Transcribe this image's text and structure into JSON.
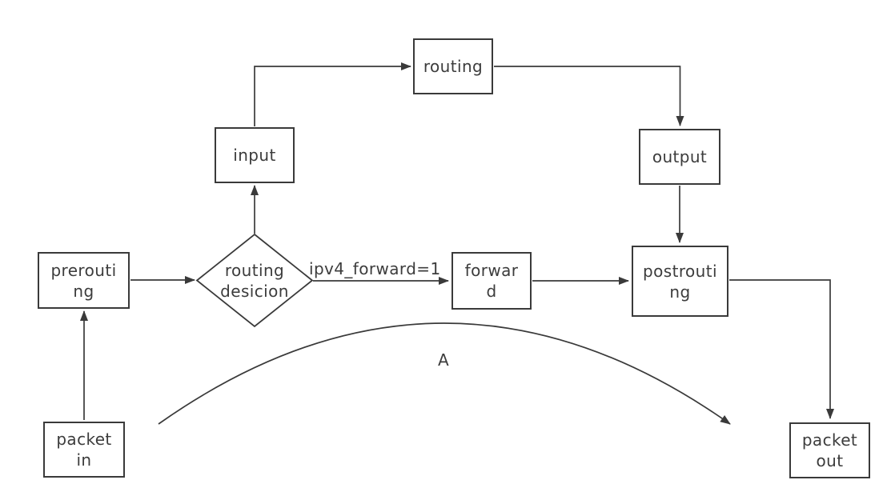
{
  "diagram": {
    "colors": {
      "background": "#ffffff",
      "line": "#3a3a3a",
      "text": "#3c3c3c"
    },
    "nodes": {
      "packet_in": {
        "label": "packet\nin"
      },
      "prerouting": {
        "label": "prerouti\nng"
      },
      "routing_decision": {
        "label": "routing\ndesicion"
      },
      "input": {
        "label": "input"
      },
      "routing": {
        "label": "routing"
      },
      "output": {
        "label": "output"
      },
      "forward": {
        "label": "forwar\nd"
      },
      "postrouting": {
        "label": "postrouti\nng"
      },
      "packet_out": {
        "label": "packet\nout"
      }
    },
    "edge_labels": {
      "ipv4_forward": "ipv4_forward=1",
      "curve": "A"
    }
  }
}
